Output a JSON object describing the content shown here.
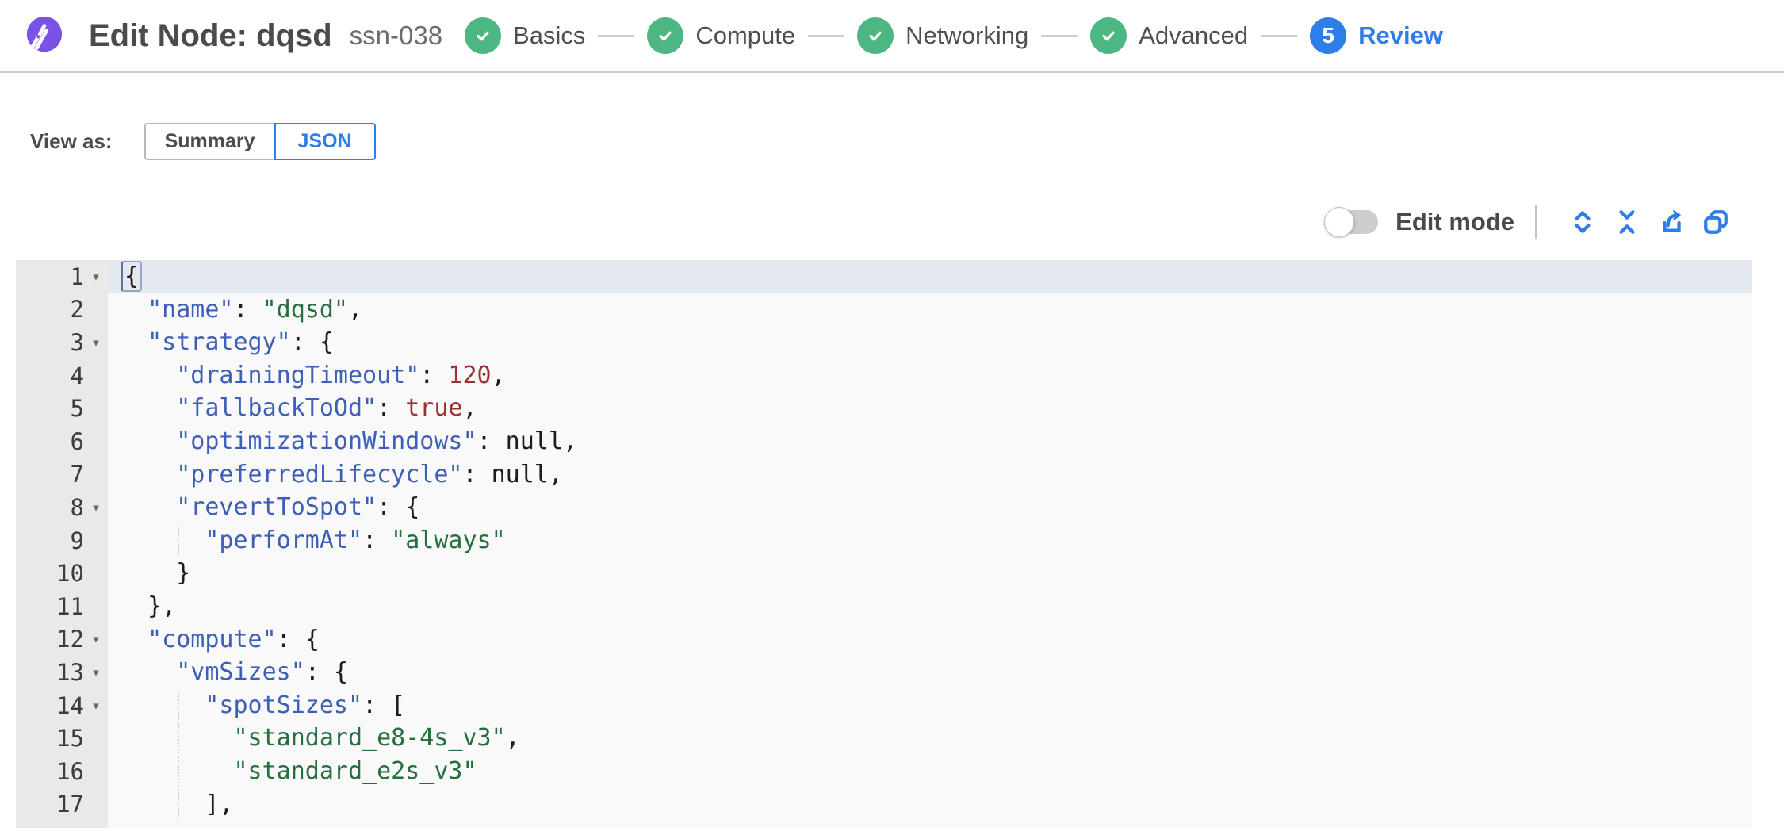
{
  "header": {
    "title": "Edit Node: dqsd",
    "subtitle": "ssn-038",
    "steps": [
      {
        "label": "Basics",
        "state": "done"
      },
      {
        "label": "Compute",
        "state": "done"
      },
      {
        "label": "Networking",
        "state": "done"
      },
      {
        "label": "Advanced",
        "state": "done"
      },
      {
        "label": "Review",
        "state": "current",
        "number": "5"
      }
    ]
  },
  "view_as": {
    "label": "View as:",
    "options": [
      {
        "label": "Summary",
        "selected": false
      },
      {
        "label": "JSON",
        "selected": true
      }
    ]
  },
  "toolbar": {
    "edit_mode_label": "Edit mode",
    "edit_mode_on": false,
    "icons": [
      "expand-all-icon",
      "collapse-all-icon",
      "export-icon",
      "copy-icon"
    ]
  },
  "colors": {
    "accent_blue": "#2e7de9",
    "step_green": "#4cb782",
    "logo_purple": "#7a52e8",
    "key_blue": "#3d5fb8",
    "string_green": "#256f3f",
    "number_red": "#9e2f2f",
    "active_line_bg": "#e4e8f1"
  },
  "editor": {
    "active_line": 1,
    "lines": [
      {
        "n": 1,
        "fold": true,
        "tokens": [
          [
            "brace",
            "{"
          ]
        ]
      },
      {
        "n": 2,
        "tokens": [
          [
            "plain",
            "  "
          ],
          [
            "key",
            "\"name\""
          ],
          [
            "plain",
            ": "
          ],
          [
            "str",
            "\"dqsd\""
          ],
          [
            "plain",
            ","
          ]
        ]
      },
      {
        "n": 3,
        "fold": true,
        "tokens": [
          [
            "plain",
            "  "
          ],
          [
            "key",
            "\"strategy\""
          ],
          [
            "plain",
            ": {"
          ]
        ]
      },
      {
        "n": 4,
        "tokens": [
          [
            "plain",
            "    "
          ],
          [
            "key",
            "\"drainingTimeout\""
          ],
          [
            "plain",
            ": "
          ],
          [
            "num",
            "120"
          ],
          [
            "plain",
            ","
          ]
        ]
      },
      {
        "n": 5,
        "tokens": [
          [
            "plain",
            "    "
          ],
          [
            "key",
            "\"fallbackToOd\""
          ],
          [
            "plain",
            ": "
          ],
          [
            "bool",
            "true"
          ],
          [
            "plain",
            ","
          ]
        ]
      },
      {
        "n": 6,
        "tokens": [
          [
            "plain",
            "    "
          ],
          [
            "key",
            "\"optimizationWindows\""
          ],
          [
            "plain",
            ": "
          ],
          [
            "null",
            "null"
          ],
          [
            "plain",
            ","
          ]
        ]
      },
      {
        "n": 7,
        "tokens": [
          [
            "plain",
            "    "
          ],
          [
            "key",
            "\"preferredLifecycle\""
          ],
          [
            "plain",
            ": "
          ],
          [
            "null",
            "null"
          ],
          [
            "plain",
            ","
          ]
        ]
      },
      {
        "n": 8,
        "fold": true,
        "tokens": [
          [
            "plain",
            "    "
          ],
          [
            "key",
            "\"revertToSpot\""
          ],
          [
            "plain",
            ": {"
          ]
        ]
      },
      {
        "n": 9,
        "guide": true,
        "tokens": [
          [
            "plain",
            "      "
          ],
          [
            "key",
            "\"performAt\""
          ],
          [
            "plain",
            ": "
          ],
          [
            "str",
            "\"always\""
          ]
        ]
      },
      {
        "n": 10,
        "tokens": [
          [
            "plain",
            "    }"
          ]
        ]
      },
      {
        "n": 11,
        "tokens": [
          [
            "plain",
            "  },"
          ]
        ]
      },
      {
        "n": 12,
        "fold": true,
        "tokens": [
          [
            "plain",
            "  "
          ],
          [
            "key",
            "\"compute\""
          ],
          [
            "plain",
            ": {"
          ]
        ]
      },
      {
        "n": 13,
        "fold": true,
        "tokens": [
          [
            "plain",
            "    "
          ],
          [
            "key",
            "\"vmSizes\""
          ],
          [
            "plain",
            ": {"
          ]
        ]
      },
      {
        "n": 14,
        "fold": true,
        "guide": true,
        "tokens": [
          [
            "plain",
            "      "
          ],
          [
            "key",
            "\"spotSizes\""
          ],
          [
            "plain",
            ": ["
          ]
        ]
      },
      {
        "n": 15,
        "guide": true,
        "tokens": [
          [
            "plain",
            "        "
          ],
          [
            "str",
            "\"standard_e8-4s_v3\""
          ],
          [
            "plain",
            ","
          ]
        ]
      },
      {
        "n": 16,
        "guide": true,
        "tokens": [
          [
            "plain",
            "        "
          ],
          [
            "str",
            "\"standard_e2s_v3\""
          ]
        ]
      },
      {
        "n": 17,
        "guide": true,
        "tokens": [
          [
            "plain",
            "      ],"
          ]
        ]
      }
    ]
  }
}
